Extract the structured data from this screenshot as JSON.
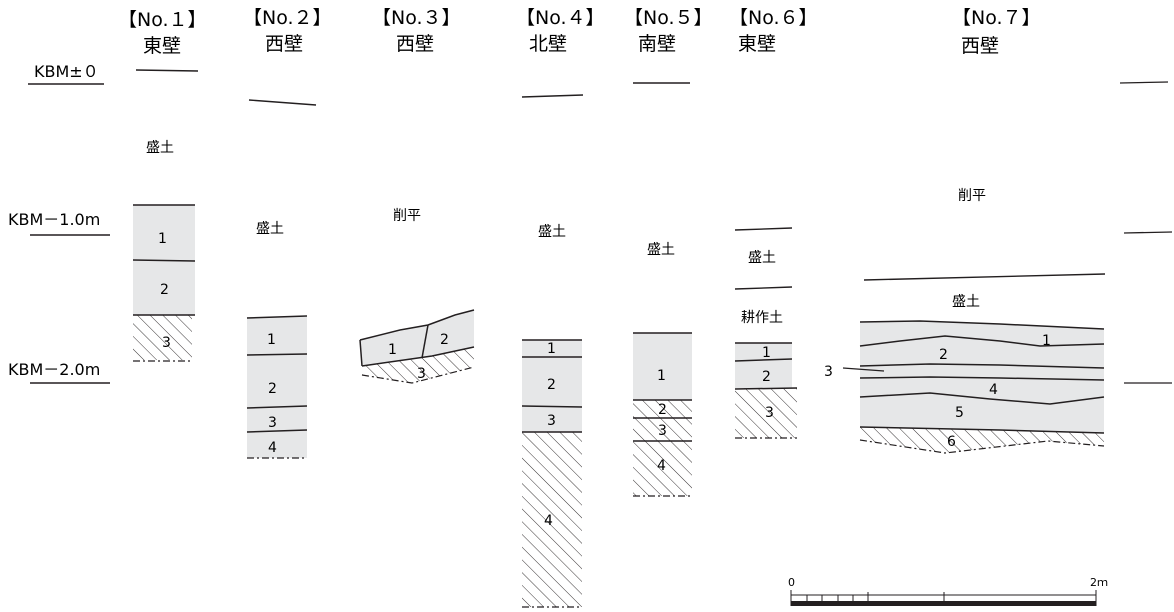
{
  "levels": {
    "kbm0": "KBM±０",
    "kbm1": "KBM－1.0m",
    "kbm2": "KBM－2.0m"
  },
  "columns": [
    {
      "num": "【No.１】",
      "wall": "東壁",
      "annotations": [
        "盛土"
      ],
      "layers": [
        "1",
        "2",
        "3"
      ]
    },
    {
      "num": "【No.２】",
      "wall": "西壁",
      "annotations": [
        "盛土"
      ],
      "layers": [
        "1",
        "2",
        "3",
        "4"
      ]
    },
    {
      "num": "【No.３】",
      "wall": "西壁",
      "annotations": [
        "削平"
      ],
      "layers": [
        "1",
        "2",
        "3"
      ]
    },
    {
      "num": "【No.４】",
      "wall": "北壁",
      "annotations": [
        "盛土"
      ],
      "layers": [
        "1",
        "2",
        "3",
        "4"
      ]
    },
    {
      "num": "【No.５】",
      "wall": "南壁",
      "annotations": [
        "盛土"
      ],
      "layers": [
        "1",
        "2",
        "3",
        "4"
      ]
    },
    {
      "num": "【No.６】",
      "wall": "東壁",
      "annotations": [
        "盛土",
        "耕作土"
      ],
      "layers": [
        "1",
        "2",
        "3"
      ]
    },
    {
      "num": "【No.７】",
      "wall": "西壁",
      "annotations": [
        "削平",
        "盛土"
      ],
      "layers": [
        "1",
        "2",
        "3",
        "4",
        "5",
        "6"
      ]
    }
  ],
  "scale": {
    "start": "0",
    "end": "2ｍ"
  },
  "colors": {
    "fill": "#e6e7e8",
    "line": "#231f20"
  }
}
